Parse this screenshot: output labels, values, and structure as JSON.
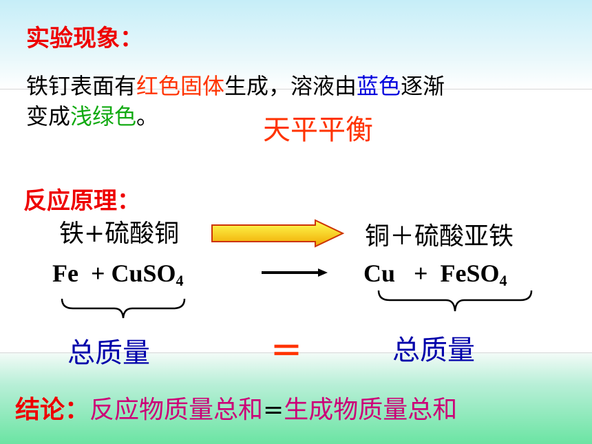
{
  "colors": {
    "red": "#ee0000",
    "orange_red": "#ff3300",
    "blue": "#0000dd",
    "green": "#11aa11",
    "magenta": "#cc0077",
    "navy": "#0000aa"
  },
  "observation": {
    "title": "实验现象：",
    "line1": {
      "p1": "铁钉表面有",
      "p2": "红色固体",
      "p3": "生成，溶液由",
      "p4": "蓝色",
      "p5": "逐渐"
    },
    "line2": {
      "p1": "变成",
      "p2": "浅绿色",
      "p3": "。"
    },
    "balance": "天平平衡"
  },
  "principle": {
    "title": "反应原理：",
    "word_left": "铁+硫酸铜",
    "word_right": "铜＋硫酸亚铁",
    "formula_left": {
      "a": "Fe",
      "plus": "+",
      "b": "CuSO",
      "sub": "4"
    },
    "formula_right": {
      "a": "Cu",
      "plus": "+",
      "b": "FeSO",
      "sub": "4"
    },
    "mass_left": "总质量",
    "equals": "＝",
    "mass_right": "总质量"
  },
  "conclusion": {
    "label": "结论：",
    "p1": "反应物质量总和",
    "eq": "=",
    "p2": "生成物质量总和"
  }
}
